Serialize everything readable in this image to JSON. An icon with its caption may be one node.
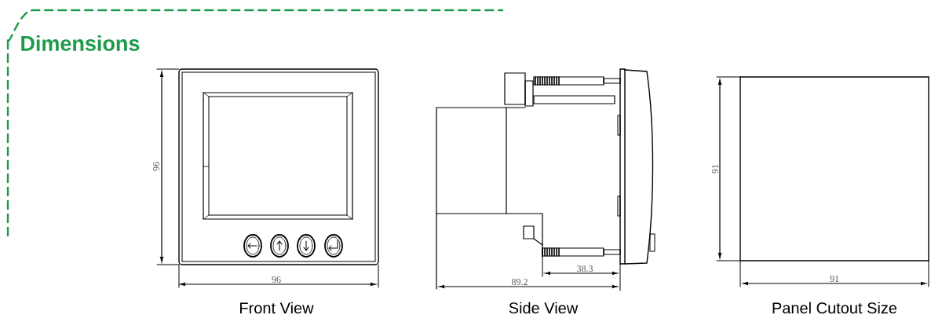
{
  "diagram": {
    "title": "Dimensions",
    "labels": [
      "96",
      "96",
      "89.2",
      "38.3",
      "91",
      "91",
      "Front View",
      "Side View",
      "Panel Cutout Size"
    ]
  }
}
